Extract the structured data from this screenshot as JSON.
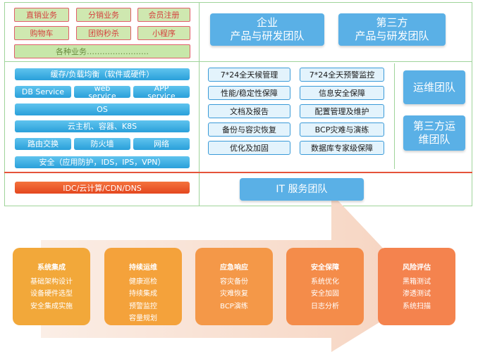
{
  "business": {
    "row1": [
      "直销业务",
      "分销业务",
      "会员注册"
    ],
    "row2": [
      "购物车",
      "团购秒杀",
      "小程序"
    ],
    "misc": "各种业务……………………"
  },
  "teams": {
    "enterprise": [
      "企业",
      "产品与研发团队"
    ],
    "third_party": [
      "第三方",
      "产品与研发团队"
    ],
    "ops": "运维团队",
    "third_ops": [
      "第三方运",
      "维团队"
    ],
    "it_service": "IT 服务团队"
  },
  "stack": {
    "cache": "缓存/负载均衡（软件或硬件）",
    "db": "DB Service",
    "web": [
      "web",
      "service"
    ],
    "app": [
      "APP",
      "service"
    ],
    "os": "OS",
    "cloud": "云主机、容器、K8S",
    "network": [
      "路由交换",
      "防火墙",
      "网络"
    ],
    "security": "安全（应用防护，IDS，IPS，VPN）",
    "idc": "IDC/云计算/CDN/DNS"
  },
  "services": {
    "left": [
      "7*24全天候管理",
      "性能/稳定性保障",
      "文档及报告",
      "备份与容灾恢复",
      "优化及加固"
    ],
    "right": [
      "7*24全天预警监控",
      "信息安全保障",
      "配置管理及维护",
      "BCP灾难与演练",
      "数据库专家级保障"
    ]
  },
  "flow": [
    {
      "title": "系统集成",
      "items": [
        "基础架构设计",
        "设备硬件选型",
        "安全集成实施"
      ],
      "color": "#f2a83a"
    },
    {
      "title": "持续运维",
      "items": [
        "健康巡检",
        "持续集成",
        "预警监控",
        "容量规划"
      ],
      "color": "#f4a23b"
    },
    {
      "title": "应急响应",
      "items": [
        "容灾备份",
        "灾难恢复",
        "BCP演练"
      ],
      "color": "#f49848"
    },
    {
      "title": "安全保障",
      "items": [
        "系统优化",
        "安全加固",
        "日志分析"
      ],
      "color": "#f48c4a"
    },
    {
      "title": "风险评估",
      "items": [
        "黑箱测试",
        "渗透测试",
        "系统扫描"
      ],
      "color": "#f4834e"
    }
  ]
}
